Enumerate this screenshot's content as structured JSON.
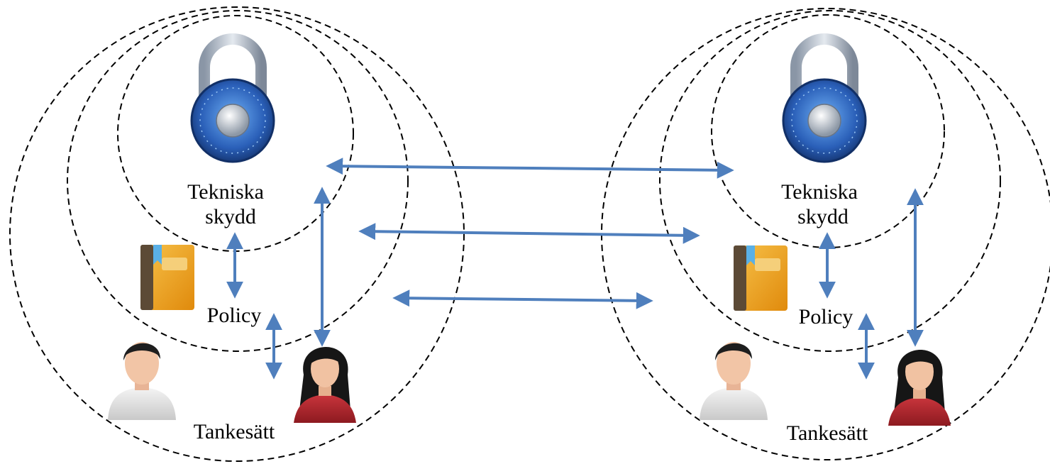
{
  "left_cluster": {
    "lock_label_line1": "Tekniska",
    "lock_label_line2": "skydd",
    "policy_label": "Policy",
    "mindset_label": "Tankesätt",
    "icons": [
      "padlock-icon",
      "book-icon",
      "male-user-icon",
      "female-user-icon"
    ]
  },
  "right_cluster": {
    "lock_label_line1": "Tekniska",
    "lock_label_line2": "skydd",
    "policy_label": "Policy",
    "mindset_label": "Tankesätt",
    "icons": [
      "padlock-icon",
      "book-icon",
      "male-user-icon",
      "female-user-icon"
    ]
  },
  "colors": {
    "arrow": "#4f7fbd",
    "ring": "#000000",
    "lock_body": "#2a5fb8",
    "lock_shackle": "#b9c3cf",
    "book": "#f0a31a",
    "male_shirt": "#e8e8e8",
    "female_jacket": "#b3252c"
  }
}
